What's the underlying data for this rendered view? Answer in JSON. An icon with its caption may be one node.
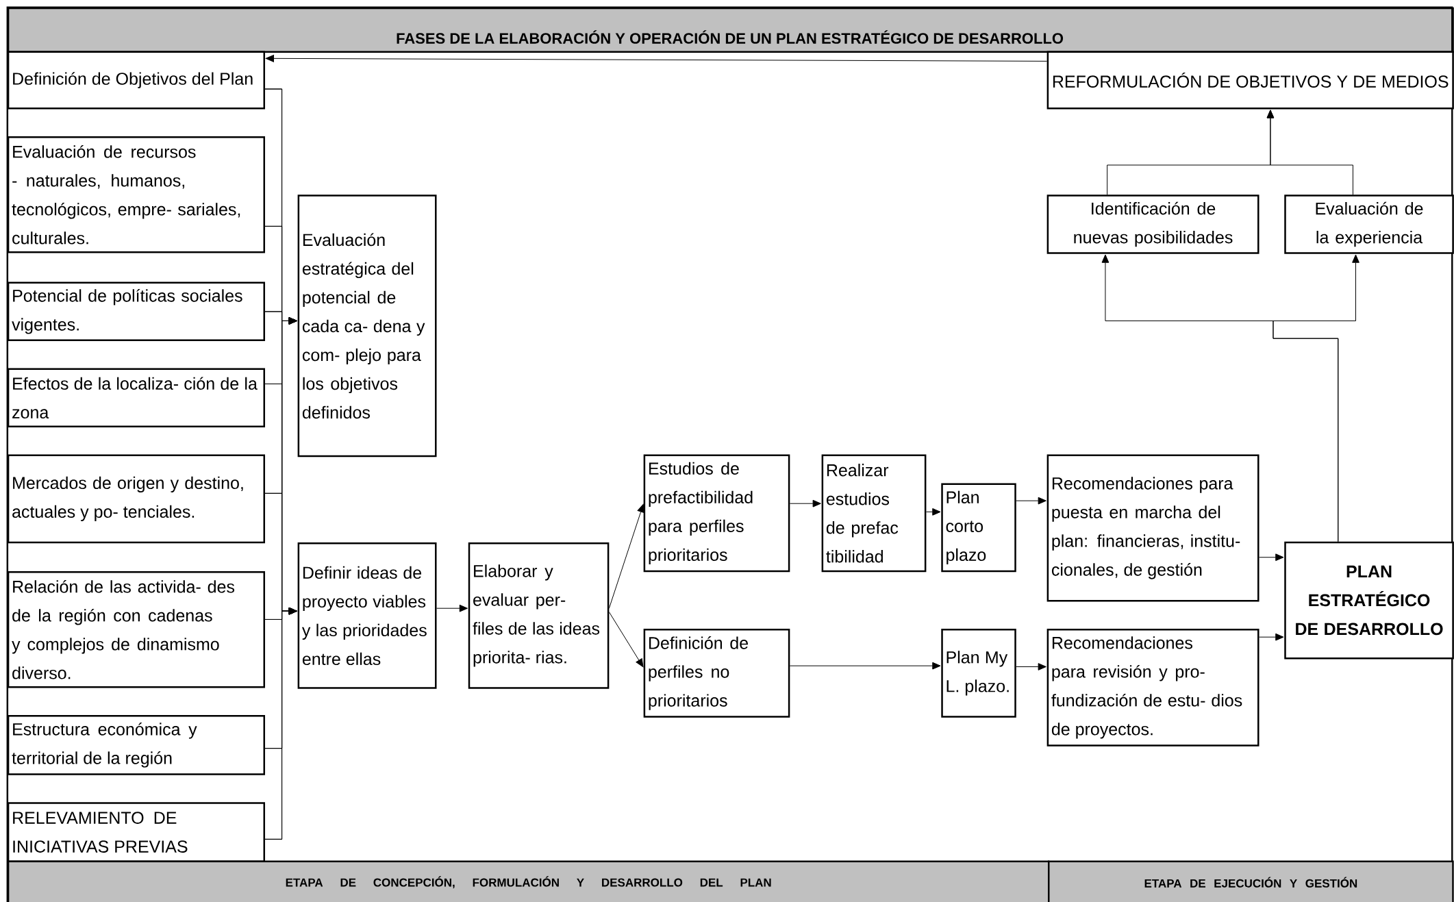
{
  "diagram": {
    "title": "FASES DE LA ELABORACIÓN Y OPERACIÓN DE UN PLAN ESTRATÉGICO DE DESARROLLO",
    "nodes": [
      {
        "text": [
          "Definición de Objetivos del Plan"
        ]
      },
      {
        "text": [
          "Evaluación de recursos - naturales, humanos, tecnológicos, empre- sariales, culturales."
        ]
      },
      {
        "text": [
          "Potencial de políticas sociales vigentes."
        ]
      },
      {
        "text": [
          "Efectos de la localiza- ción de la zona"
        ]
      },
      {
        "text": [
          "Mercados de origen y destino, actuales y po- tenciales."
        ]
      },
      {
        "text": [
          "Relación de las activida- des de la región con cadenas y complejos de dinamismo diverso."
        ]
      },
      {
        "text": [
          "Estructura económica y territorial de la región"
        ]
      },
      {
        "text": [
          "RELEVAMIENTO DE INICIATIVAS PREVIAS"
        ]
      },
      {
        "text": [
          "Evaluación estratégica del potencial de cada ca- dena y com- plejo para los objetivos definidos"
        ]
      },
      {
        "text": [
          "Definir ideas de proyecto viables y las prioridades entre ellas"
        ]
      },
      {
        "text": [
          "Elaborar y evaluar per- files de las ideas priorita- rias."
        ]
      },
      {
        "text": [
          "Estudios de prefactibilidad para perfiles prioritarios"
        ]
      },
      {
        "text": [
          "Definición de perfiles no prioritarios"
        ]
      },
      {
        "text": [
          "Realizar estudios de prefac tibilidad"
        ]
      },
      {
        "text": [
          "Plan corto plazo"
        ]
      },
      {
        "text": [
          "Plan My L. plazo."
        ]
      },
      {
        "text": [
          "Recomendaciones para puesta en marcha del plan: financieras, institu- cionales, de gestión"
        ]
      },
      {
        "text": [
          "Recomendaciones para revisión y pro- fundización de estu- dios de proyectos."
        ]
      },
      {
        "text": [
          "PLAN ESTRATÉGICO DE DESARROLLO"
        ]
      },
      {
        "text": [
          "Identificación de nuevas posibilidades"
        ]
      },
      {
        "text": [
          "Evaluación de la experiencia"
        ]
      },
      {
        "text": [
          "REFORMULACIÓN DE OBJETIVOS Y DE MEDIOS"
        ]
      },
      {
        "text": [
          "ETAPA DE CONCEPCIÓN, FORMULACIÓN Y DESARROLLO DEL PLAN"
        ]
      },
      {
        "text": [
          "ETAPA DE EJECUCIÓN Y GESTIÓN"
        ]
      }
    ],
    "edges": [
      {
        "from": 0,
        "to": 8,
        "arrow": "to"
      },
      {
        "from": 1,
        "to": 8,
        "arrow": "to"
      },
      {
        "from": 2,
        "to": 8,
        "arrow": "to"
      },
      {
        "from": 3,
        "to": 8,
        "arrow": "to"
      },
      {
        "from": 4,
        "to": 8,
        "arrow": "to"
      },
      {
        "from": 5,
        "to": 8,
        "arrow": "to"
      },
      {
        "from": 6,
        "to": 8,
        "arrow": "to"
      },
      {
        "from": 7,
        "to": 8,
        "arrow": "to"
      },
      {
        "from": 0,
        "to": 9,
        "arrow": "to"
      },
      {
        "from": 1,
        "to": 9,
        "arrow": "to"
      },
      {
        "from": 2,
        "to": 9,
        "arrow": "to"
      },
      {
        "from": 3,
        "to": 9,
        "arrow": "to"
      },
      {
        "from": 4,
        "to": 9,
        "arrow": "to"
      },
      {
        "from": 5,
        "to": 9,
        "arrow": "to"
      },
      {
        "from": 6,
        "to": 9,
        "arrow": "to"
      },
      {
        "from": 7,
        "to": 9,
        "arrow": "to"
      },
      {
        "from": 9,
        "to": 10,
        "arrow": "to"
      },
      {
        "from": 10,
        "to": 11,
        "arrow": "to"
      },
      {
        "from": 10,
        "to": 12,
        "arrow": "to"
      },
      {
        "from": 11,
        "to": 13,
        "arrow": "to"
      },
      {
        "from": 13,
        "to": 14,
        "arrow": "to"
      },
      {
        "from": 14,
        "to": 16,
        "arrow": "to"
      },
      {
        "from": 12,
        "to": 15,
        "arrow": "to"
      },
      {
        "from": 15,
        "to": 17,
        "arrow": "to"
      },
      {
        "from": 16,
        "to": 18,
        "arrow": "to"
      },
      {
        "from": 17,
        "to": 18,
        "arrow": "to"
      },
      {
        "from": 18,
        "to": 19,
        "arrow": "to"
      },
      {
        "from": 18,
        "to": 20,
        "arrow": "to"
      },
      {
        "from": 19,
        "to": 21,
        "arrow": "to"
      },
      {
        "from": 20,
        "to": 21,
        "arrow": "to"
      },
      {
        "from": 21,
        "to": 0,
        "arrow": "to"
      }
    ]
  }
}
